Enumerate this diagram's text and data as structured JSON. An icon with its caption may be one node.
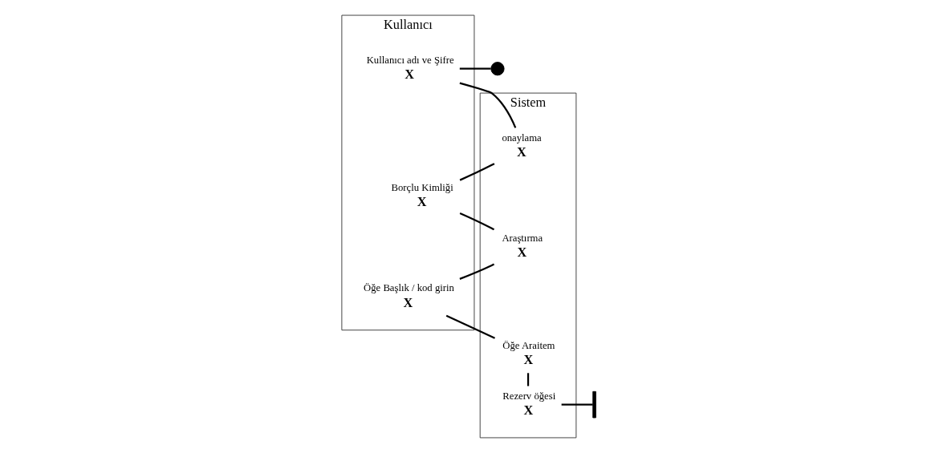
{
  "diagram": {
    "nodes": [
      {
        "text": [
          "Kullanıcı"
        ]
      },
      {
        "text": [
          "Sistem"
        ]
      },
      {
        "text": [],
        "shape": "circle"
      },
      {
        "text": [
          "X"
        ],
        "beside": [
          "Kullanıcı adı ve Şifre"
        ],
        "in": 0
      },
      {
        "text": [
          "X"
        ],
        "beside": [
          "onaylama"
        ],
        "in": 1
      },
      {
        "text": [
          "X"
        ],
        "beside": [
          "Borçlu Kimliği"
        ],
        "in": 0
      },
      {
        "text": [
          "X"
        ],
        "beside": [
          "Araştırma"
        ],
        "in": 1
      },
      {
        "text": [
          "X"
        ],
        "beside": [
          "Öğe Başlık / kod girin"
        ],
        "in": 0
      },
      {
        "text": [
          "X"
        ],
        "beside": [
          "Öğe Araitem"
        ],
        "in": 1
      },
      {
        "text": [
          "X"
        ],
        "beside": [
          "Rezerv öğesi"
        ],
        "in": 1
      },
      {
        "text": [],
        "shape": "bar"
      }
    ],
    "edges": [
      {
        "from": 2,
        "to": 3,
        "arrow": "none"
      },
      {
        "from": 3,
        "to": 4,
        "arrow": "none"
      },
      {
        "from": 4,
        "to": 5,
        "arrow": "none"
      },
      {
        "from": 5,
        "to": 6,
        "arrow": "none"
      },
      {
        "from": 6,
        "to": 7,
        "arrow": "none"
      },
      {
        "from": 7,
        "to": 8,
        "arrow": "none"
      },
      {
        "from": 8,
        "to": 9,
        "arrow": "none"
      },
      {
        "from": 9,
        "to": 10,
        "arrow": "none"
      }
    ]
  }
}
